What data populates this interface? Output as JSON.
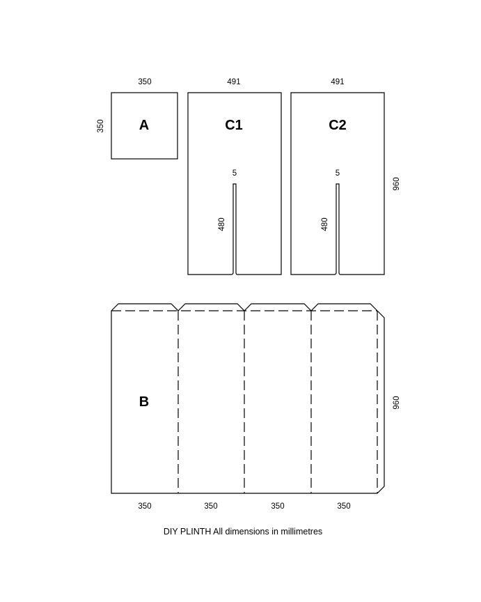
{
  "pieces": {
    "a": {
      "label": "A",
      "width_dim": "350",
      "height_dim": "350"
    },
    "c1": {
      "label": "C1",
      "width_dim": "491",
      "slot_width_dim": "5",
      "slot_length_dim": "480"
    },
    "c2": {
      "label": "C2",
      "width_dim": "491",
      "slot_width_dim": "5",
      "slot_length_dim": "480"
    },
    "c_height_dim": "960",
    "b": {
      "label": "B",
      "height_dim": "960",
      "panel_dims": [
        "350",
        "350",
        "350",
        "350"
      ]
    }
  },
  "caption": "DIY PLINTH All dimensions in millimetres"
}
